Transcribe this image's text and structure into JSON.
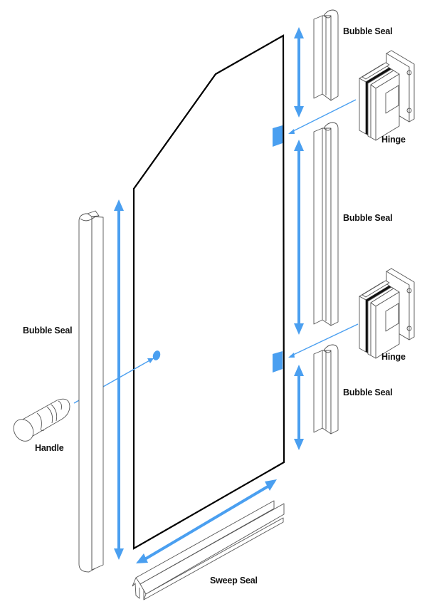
{
  "diagram": {
    "title": "",
    "accent_color": "#4a9ff0",
    "outline_color": "#000000",
    "labels": {
      "bubble_seal_top": "Bubble Seal",
      "hinge_top": "Hinge",
      "bubble_seal_middle": "Bubble Seal",
      "hinge_bottom": "Hinge",
      "bubble_seal_bottom": "Bubble Seal",
      "bubble_seal_left": "Bubble Seal",
      "handle": "Handle",
      "sweep_seal": "Sweep Seal"
    },
    "components": [
      {
        "id": "glass-door",
        "kind": "panel"
      },
      {
        "id": "bubble-seal-top",
        "label_key": "bubble_seal_top",
        "kind": "seal"
      },
      {
        "id": "hinge-top",
        "label_key": "hinge_top",
        "kind": "hinge"
      },
      {
        "id": "bubble-seal-middle",
        "label_key": "bubble_seal_middle",
        "kind": "seal"
      },
      {
        "id": "hinge-bottom",
        "label_key": "hinge_bottom",
        "kind": "hinge"
      },
      {
        "id": "bubble-seal-bottom",
        "label_key": "bubble_seal_bottom",
        "kind": "seal"
      },
      {
        "id": "bubble-seal-left",
        "label_key": "bubble_seal_left",
        "kind": "seal"
      },
      {
        "id": "handle",
        "label_key": "handle",
        "kind": "handle"
      },
      {
        "id": "sweep-seal",
        "label_key": "sweep_seal",
        "kind": "seal"
      }
    ]
  }
}
